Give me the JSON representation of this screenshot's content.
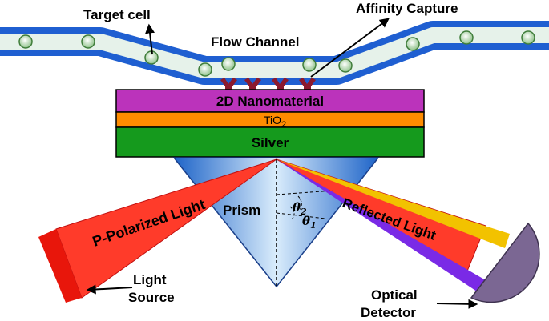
{
  "labels": {
    "target_cell": "Target cell",
    "affinity_capture": "Affinity Capture",
    "flow_channel": "Flow Channel",
    "nanomaterial": "2D Nanomaterial",
    "tio2_main": "TiO",
    "tio2_sub": "2",
    "silver": "Silver",
    "prism": "Prism",
    "theta": "θ",
    "theta2_sub": "2",
    "theta1_sub": "1",
    "p_polarized_light": "P-Polarized Light",
    "reflected_light": "Reflected Light",
    "light_source_line1": "Light",
    "light_source_line2": "Source",
    "optical_detector_line1": "Optical",
    "optical_detector_line2": "Detector"
  },
  "colors": {
    "channel_blue": "#1f5fd1",
    "channel_fill": "#e6f2ea",
    "nanomaterial": "#bb33bb",
    "tio2": "#ff8c00",
    "silver_layer": "#159a1d",
    "antibody": "#8b1a2e",
    "beam_red": "#ff3b2a",
    "source_red": "#e8160b",
    "prism_blue": "#5a9be0",
    "detector": "#7b6793",
    "yellow_ray": "#f2c200",
    "violet_ray": "#7a2ae6"
  }
}
